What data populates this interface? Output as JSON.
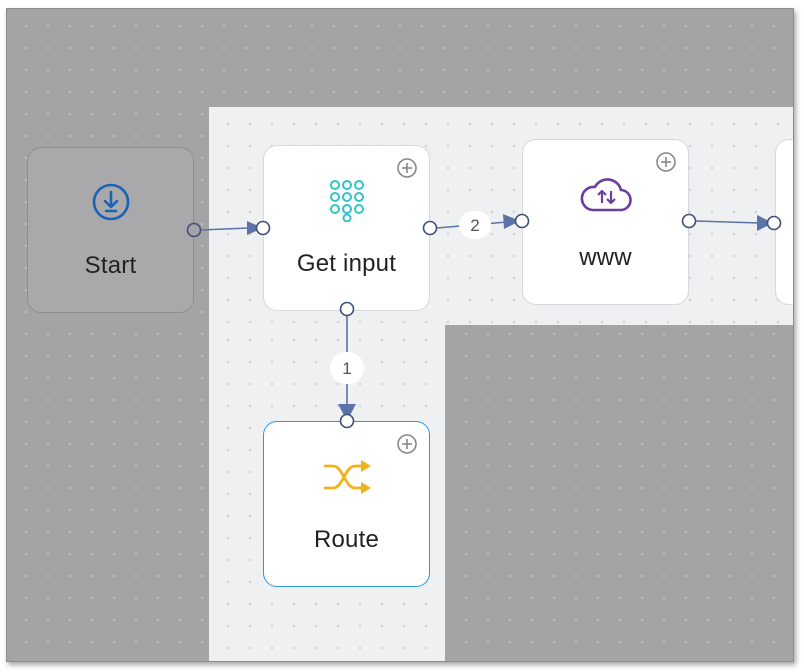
{
  "nodes": {
    "start": {
      "label": "Start",
      "icon": "download-arrow-circle-icon"
    },
    "get_input": {
      "label": "Get input",
      "icon": "keypad-icon"
    },
    "www": {
      "label": "www",
      "icon": "cloud-transfer-icon"
    },
    "route": {
      "label": "Route",
      "icon": "shuffle-icon"
    }
  },
  "edges": {
    "get_input_to_www": {
      "badge": "2"
    },
    "get_input_to_route": {
      "badge": "1"
    }
  },
  "colors": {
    "canvas_dim": "#a4a4a6",
    "canvas_light": "#eff0f2",
    "edge": "#5b73a8",
    "keypad": "#2ec4c8",
    "cloud": "#6b3fa0",
    "shuffle": "#f2b21a",
    "start_icon": "#1a62b6",
    "selected_border": "#2b96e6"
  }
}
